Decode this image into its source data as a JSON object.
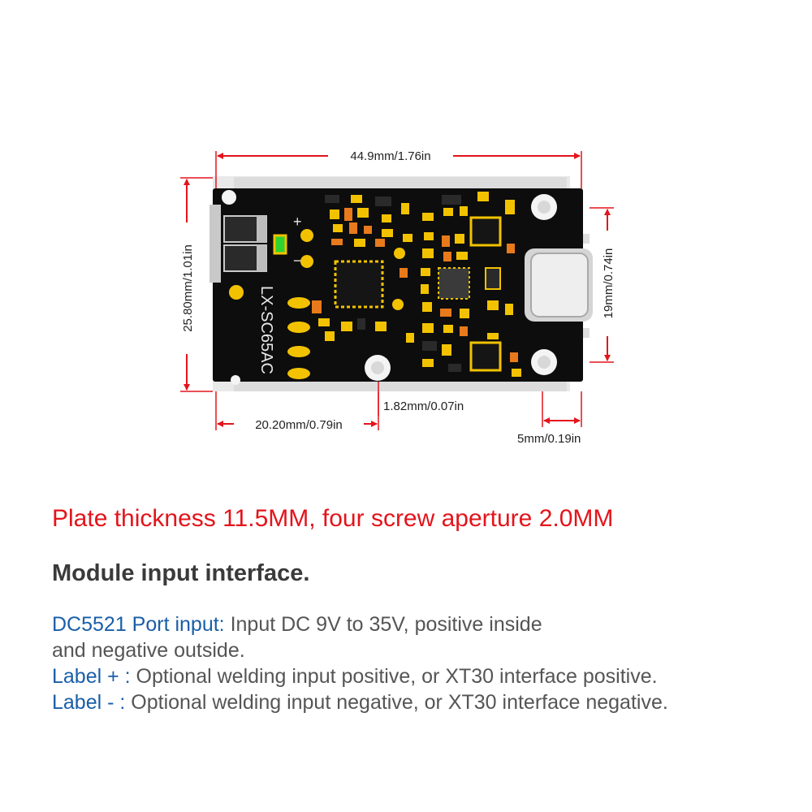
{
  "colors": {
    "headline": "#e3141b",
    "key": "#1a5ea8",
    "body_text": "#555555",
    "title": "#3a3a3a",
    "dimension": "#e3141b",
    "pcb": "#0d0d0d",
    "components": "#f2c200"
  },
  "diagram": {
    "dimensions": {
      "top_width": "44.9mm/1.76in",
      "left_height": "25.80mm/1.01in",
      "right_height": "19mm/0.74in",
      "bottom_left": "20.20mm/0.79in",
      "bottom_mid": "1.82mm/0.07in",
      "bottom_right": "5mm/0.19in"
    },
    "silkscreen": {
      "model": "LX-SC65AC",
      "plus": "+",
      "minus": "−"
    }
  },
  "headline": "Plate thickness 11.5MM, four screw aperture 2.0MM",
  "section_title": "Module input interface.",
  "description": [
    {
      "key": "DC5521 Port input:",
      "text": " Input DC 9V to 35V, positive inside"
    },
    {
      "key": "",
      "text": "and negative outside."
    },
    {
      "key": "Label + :",
      "text": " Optional welding input positive, or XT30 interface positive."
    },
    {
      "key": "Label - :",
      "text": " Optional welding input negative, or XT30 interface negative."
    }
  ]
}
